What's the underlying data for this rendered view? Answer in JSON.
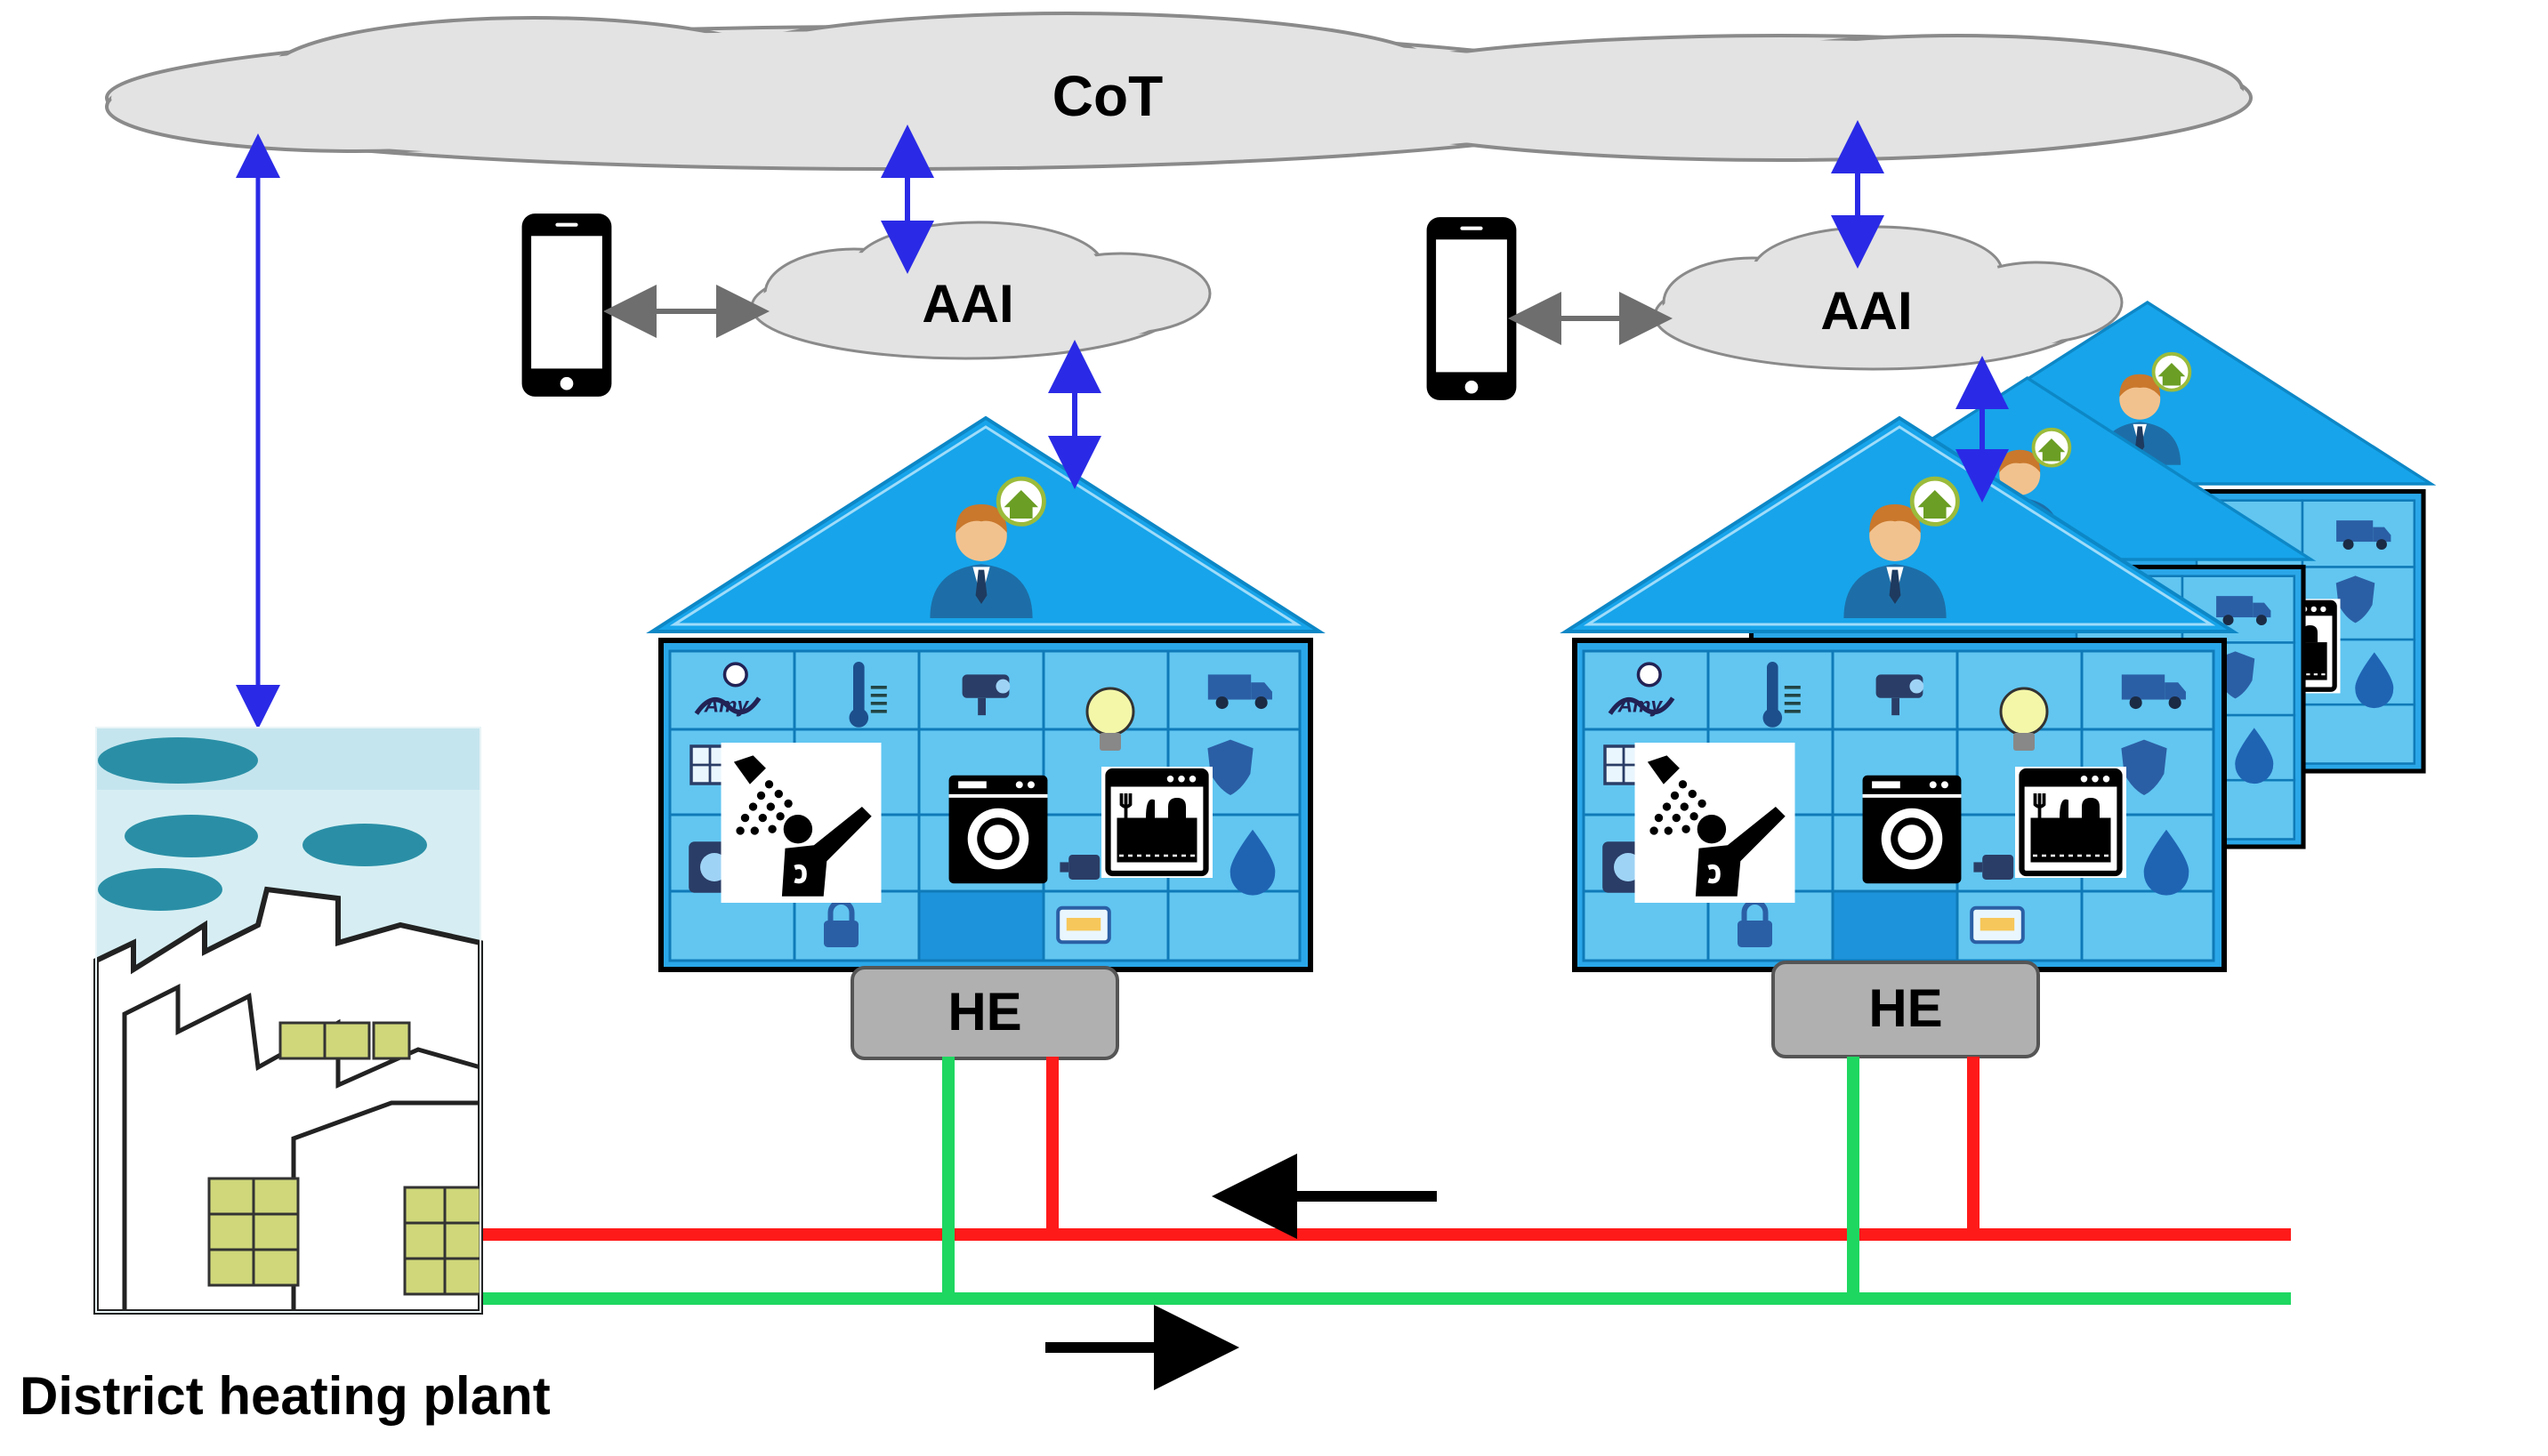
{
  "cloud_main": {
    "label": "CoT"
  },
  "gateway_left": {
    "label": "AAI"
  },
  "gateway_right": {
    "label": "AAI"
  },
  "heat_exchanger_left": {
    "label": "HE"
  },
  "heat_exchanger_right": {
    "label": "HE"
  },
  "plant": {
    "caption": "District heating plant"
  },
  "colors": {
    "supply_pipe": "#ff1a1a",
    "return_pipe": "#1ed760",
    "cloud_fill": "#e3e3e3",
    "link_arrow": "#2a2ae6",
    "phone_link": "#6e6e6e",
    "roof_blue": "#1aa3e8",
    "panel_blue": "#61c3ef",
    "he_gray": "#b0b0b0"
  },
  "icons": [
    "cloud-icon",
    "smartphone-icon",
    "house-roof-icon",
    "homeowner-icon",
    "shower-icon",
    "washing-machine-icon",
    "dishwasher-icon",
    "lightbulb-icon",
    "delivery-truck-icon",
    "thermometer-icon",
    "water-drop-icon",
    "padlock-icon",
    "security-camera-icon",
    "meter-icon",
    "shield-icon",
    "flow-arrow-icon",
    "factory-icon"
  ]
}
